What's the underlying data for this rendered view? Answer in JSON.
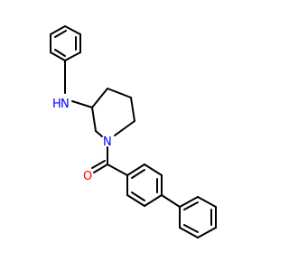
{
  "molecule": {
    "bond_color": "#000000",
    "atoms": {
      "amine_nitrogen": {
        "label": "N",
        "sublabel": "H",
        "color": "#0000ff"
      },
      "ring_nitrogen": {
        "label": "N",
        "color": "#0000ff"
      },
      "carbonyl_oxygen": {
        "label": "O",
        "color": "#ff0000"
      }
    }
  }
}
